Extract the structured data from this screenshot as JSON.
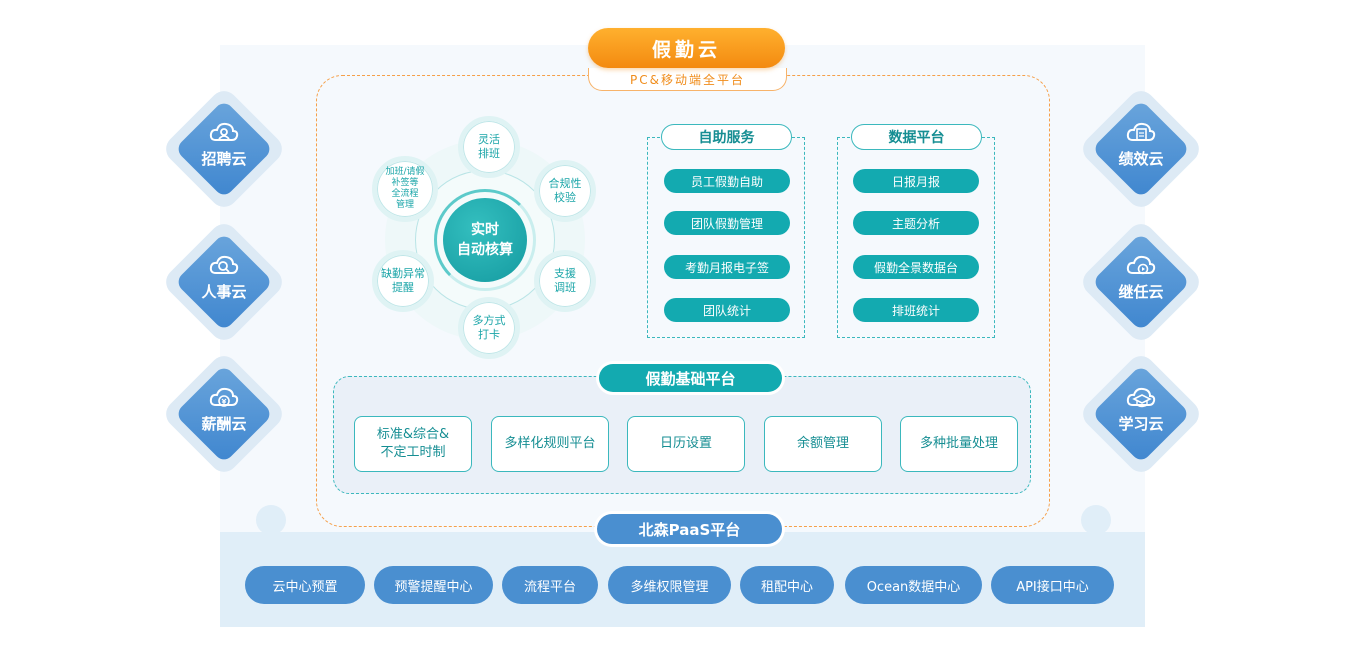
{
  "header": {
    "title": "假勤云",
    "subtitle": "PC&移动端全平台"
  },
  "left_clouds": [
    {
      "label": "招聘云",
      "icon": "user-cloud-icon"
    },
    {
      "label": "人事云",
      "icon": "search-user-cloud-icon"
    },
    {
      "label": "薪酬云",
      "icon": "yen-cloud-icon"
    }
  ],
  "right_clouds": [
    {
      "label": "绩效云",
      "icon": "document-cloud-icon"
    },
    {
      "label": "继任云",
      "icon": "play-cloud-icon"
    },
    {
      "label": "学习云",
      "icon": "graduation-cloud-icon"
    }
  ],
  "cycle": {
    "center": [
      "实时",
      "自动核算"
    ],
    "nodes": [
      [
        "灵活",
        "排班"
      ],
      [
        "合规性",
        "校验"
      ],
      [
        "支援",
        "调班"
      ],
      [
        "多方式",
        "打卡"
      ],
      [
        "缺勤异常",
        "提醒"
      ],
      [
        "加班/请假",
        "补签等",
        "全流程",
        "管理"
      ]
    ]
  },
  "self_service": {
    "title": "自助服务",
    "items": [
      "员工假勤自助",
      "团队假勤管理",
      "考勤月报电子签",
      "团队统计"
    ]
  },
  "data_platform": {
    "title": "数据平台",
    "items": [
      "日报月报",
      "主题分析",
      "假勤全景数据台",
      "排班统计"
    ]
  },
  "base_platform": {
    "title": "假勤基础平台",
    "items": [
      [
        "标准&综合&",
        "不定工时制"
      ],
      [
        "多样化规则平台"
      ],
      [
        "日历设置"
      ],
      [
        "余额管理"
      ],
      [
        "多种批量处理"
      ]
    ]
  },
  "paas": {
    "title": "北森PaaS平台",
    "items": [
      "云中心预置",
      "预警提醒中心",
      "流程平台",
      "多维权限管理",
      "租配中心",
      "Ocean数据中心",
      "API接口中心"
    ]
  },
  "colors": {
    "orange": "#f38a10",
    "teal": "#13aab0",
    "blue": "#4a8fd0"
  }
}
